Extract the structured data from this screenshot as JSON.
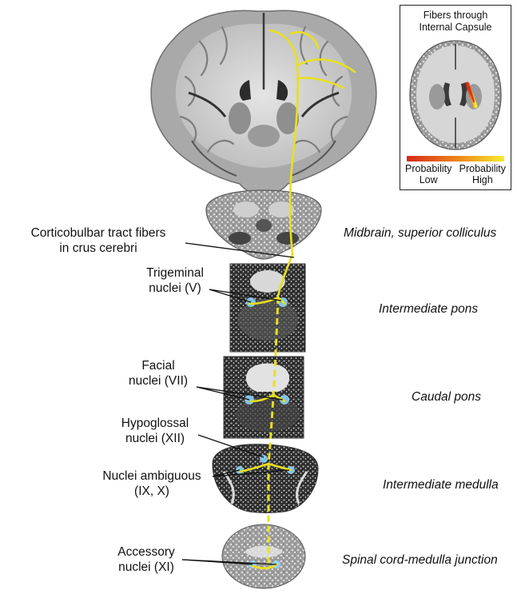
{
  "labels": {
    "corticobulbar": [
      "Corticobulbar tract fibers",
      "in crus cerebri"
    ],
    "trigeminal": [
      "Trigeminal",
      "nuclei (V)"
    ],
    "facial": [
      "Facial",
      "nuclei (VII)"
    ],
    "hypoglossal": [
      "Hypoglossal",
      "nuclei (XII)"
    ],
    "ambiguous": [
      "Nuclei ambiguous",
      "(IX, X)"
    ],
    "accessory": [
      "Accessory",
      "nuclei (XI)"
    ]
  },
  "levels": {
    "midbrain": "Midbrain, superior colliculus",
    "intermediate_pons": "Intermediate pons",
    "caudal_pons": "Caudal pons",
    "intermediate_medulla": "Intermediate medulla",
    "junction": "Spinal cord-medulla junction"
  },
  "inset": {
    "title": [
      "Fibers through",
      "Internal Capsule"
    ],
    "low_label": [
      "Probability",
      "Low"
    ],
    "high_label": [
      "Probability",
      "High"
    ]
  },
  "colors": {
    "tract": "#e8e020",
    "tract_dark": "#c8b800",
    "prob_low": "#d42a1a",
    "prob_mid": "#f08a1a",
    "prob_high": "#f4ec30",
    "nucleus": "#8fd8ff"
  }
}
